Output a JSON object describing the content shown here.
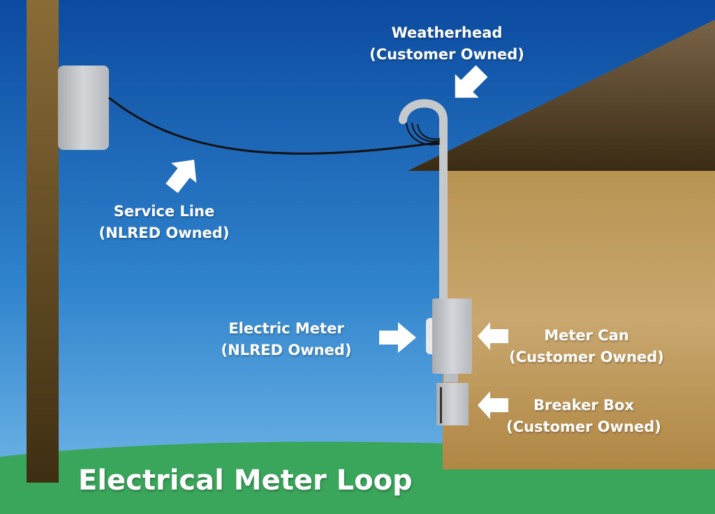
{
  "title": "Electrical Meter Loop",
  "labels": {
    "weatherhead": {
      "line1": "Weatherhead",
      "line2": "(Customer Owned)"
    },
    "service_line": {
      "line1": "Service Line",
      "line2": "(NLRED Owned)"
    },
    "electric_meter": {
      "line1": "Electric Meter",
      "line2": "(NLRED Owned)"
    },
    "meter_can": {
      "line1": "Meter Can",
      "line2": "(Customer Owned)"
    },
    "breaker_box": {
      "line1": "Breaker Box",
      "line2": "(Customer Owned)"
    }
  },
  "colors": {
    "sky_top": "#0d4fa3",
    "sky_bottom": "#6fb6ea",
    "ground": "#3aa65b",
    "pole": "#6e5529",
    "roof": "#4a3a22",
    "house_wall": "#c19a5c",
    "metal": "#bfc3c7",
    "wire": "#111111",
    "label_text": "#ffffff"
  }
}
